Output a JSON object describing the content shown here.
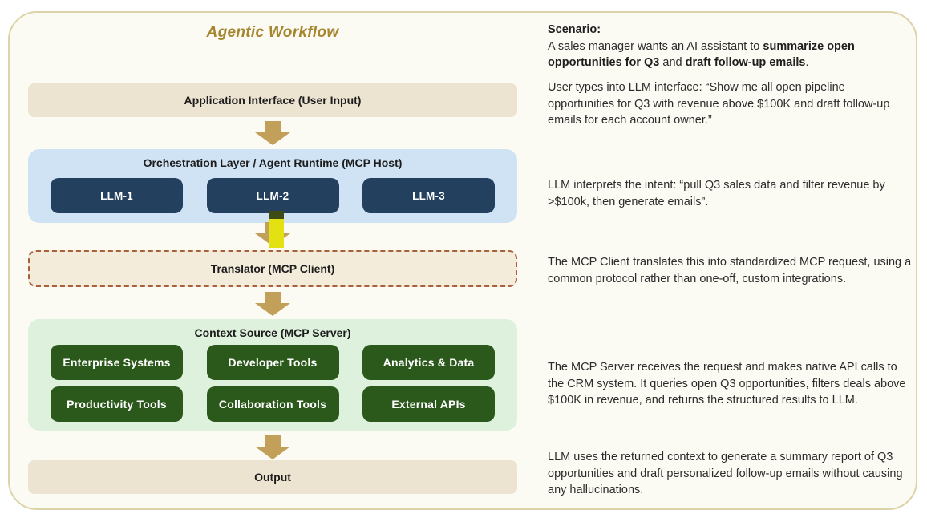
{
  "title": "Agentic Workflow",
  "colors": {
    "accent_gold": "#a5862f",
    "arrow": "#c2a05a",
    "highlight_yellow": "#e4e112",
    "beige_box": "#ece3d0",
    "blue_container": "#d0e3f4",
    "navy_box": "#23405f",
    "green_container": "#ddf1dc",
    "dark_green_box": "#2b581b",
    "translator_fill": "#f4ecda",
    "translator_border": "#a9603b"
  },
  "icons": {
    "flow_connector": "down-arrow"
  },
  "flow": {
    "app_interface": {
      "label": "Application Interface (User Input)"
    },
    "orchestration": {
      "label": "Orchestration Layer / Agent Runtime (MCP Host)",
      "llms": [
        {
          "label": "LLM-1"
        },
        {
          "label": "LLM-2"
        },
        {
          "label": "LLM-3"
        }
      ]
    },
    "translator": {
      "label": "Translator (MCP Client)"
    },
    "context_source": {
      "label": "Context Source (MCP Server)",
      "tools": [
        "Enterprise Systems",
        "Developer Tools",
        "Analytics & Data",
        "Productivity Tools",
        "Collaboration Tools",
        "External APIs"
      ]
    },
    "output": {
      "label": "Output"
    }
  },
  "notes": {
    "scenario_heading": "Scenario:",
    "scenario_rich": [
      {
        "t": "A sales manager wants an AI assistant to "
      },
      {
        "t": "summarize open opportunities for Q3",
        "b": true
      },
      {
        "t": " and "
      },
      {
        "t": "draft follow-up emails",
        "b": true
      },
      {
        "t": "."
      }
    ],
    "user_input": "User types into LLM interface: “Show me all open pipeline opportunities for Q3 with revenue above $100K and draft follow-up emails for each account owner.”",
    "llm_interprets": "LLM interprets the intent: “pull Q3 sales data and filter revenue by >$100k, then generate emails”.",
    "mcp_client": "The MCP Client translates this into standardized MCP request, using a common protocol rather than one-off, custom integrations.",
    "mcp_server": "The MCP Server receives the request and makes native API calls to the CRM system. It queries open Q3 opportunities, filters deals above $100K in revenue, and returns the structured results to LLM.",
    "llm_output": "LLM uses the returned context to generate a summary report of Q3 opportunities and draft personalized follow-up emails without causing any hallucinations."
  }
}
